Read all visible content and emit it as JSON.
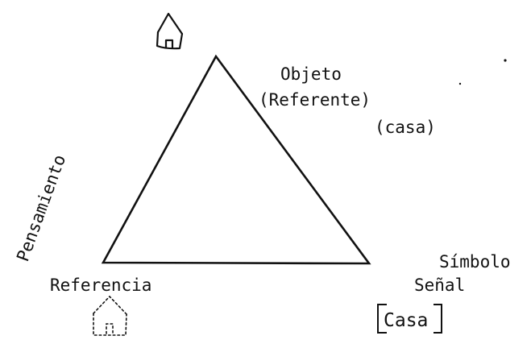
{
  "diagram": {
    "vertices": {
      "object": {
        "label": "Objeto",
        "sublabel": "(Referente)",
        "example": "(casa)",
        "icon": "house-icon"
      },
      "reference": {
        "label": "Referencia",
        "icon": "dotted-house-icon"
      },
      "symbol": {
        "label": "Símbolo",
        "sublabel": "Señal",
        "example": "Casa"
      }
    },
    "side_label": "Pensamiento"
  },
  "colors": {
    "ink": "#111111",
    "background": "#ffffff"
  }
}
